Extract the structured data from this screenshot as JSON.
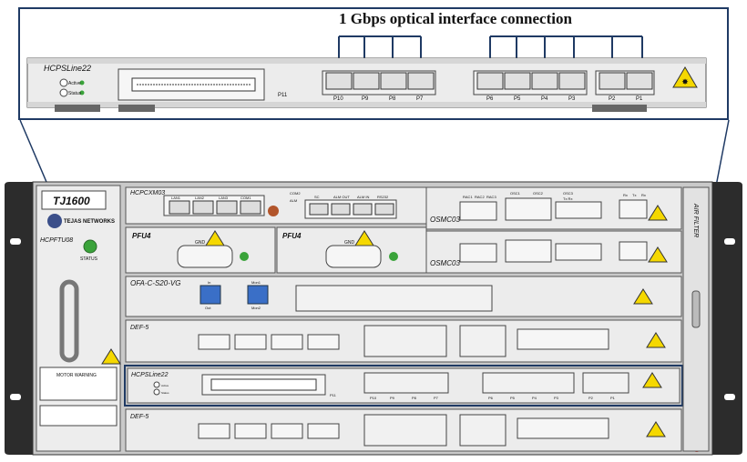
{
  "callout": {
    "title": "1 Gbps optical interface connection",
    "board_label": "HCPSLine22",
    "port_labels": [
      "P10",
      "P9",
      "P8",
      "P7",
      "P6",
      "P5",
      "P4",
      "P3",
      "P2",
      "P1"
    ],
    "connector_label": "P11",
    "status_labels": [
      "Active",
      "Status"
    ]
  },
  "chassis": {
    "model": "TJ1600",
    "brand": "TEJAS NETWORKS",
    "fan_unit": "HCPFTU08",
    "fan_status": "STATUS",
    "air_filter": "AIR FILTER",
    "slots": {
      "cross_connect": "HCPCXM03",
      "cross_connect_ports": [
        "LAN1",
        "LAN2",
        "LAN3",
        "COM1",
        "COM2",
        "ALM",
        "SC",
        "ALM OUT",
        "ALM IN",
        "RS232"
      ],
      "osmc1": "OSMC03",
      "osmc2": "OSMC03",
      "osmc_ports": [
        "RAC1",
        "RAC2",
        "RAC3",
        "OSC1",
        "OSC2",
        "OSC3",
        "Tx Rx",
        "Rx",
        "Tx",
        "Rx"
      ],
      "pfu1": "PFU4",
      "pfu2": "PFU4",
      "pfu_gnd": "GND",
      "ofa": "OFA-C-S20-VG",
      "ofa_ports": [
        "In",
        "Out",
        "Mon1",
        "Mon2"
      ],
      "def1": "DEF-5",
      "def2": "DEF-5",
      "line_card": "HCPSLine22",
      "line_card_connector": "P11",
      "line_card_ports": [
        "P10",
        "P9",
        "P8",
        "P7",
        "P6",
        "P5",
        "P4",
        "P3",
        "P2",
        "P1"
      ],
      "status_labels": [
        "Active",
        "Status"
      ]
    },
    "label_sticker": "MOTOR WARNING"
  },
  "colors": {
    "frame": "#1f3a64",
    "panel": "#e9e9e9",
    "panel_edge": "#555555",
    "port": "#f2f2f2",
    "led": "#3aa33a",
    "warning": "#f5d800",
    "rack_ear": "#2c2c2c"
  }
}
